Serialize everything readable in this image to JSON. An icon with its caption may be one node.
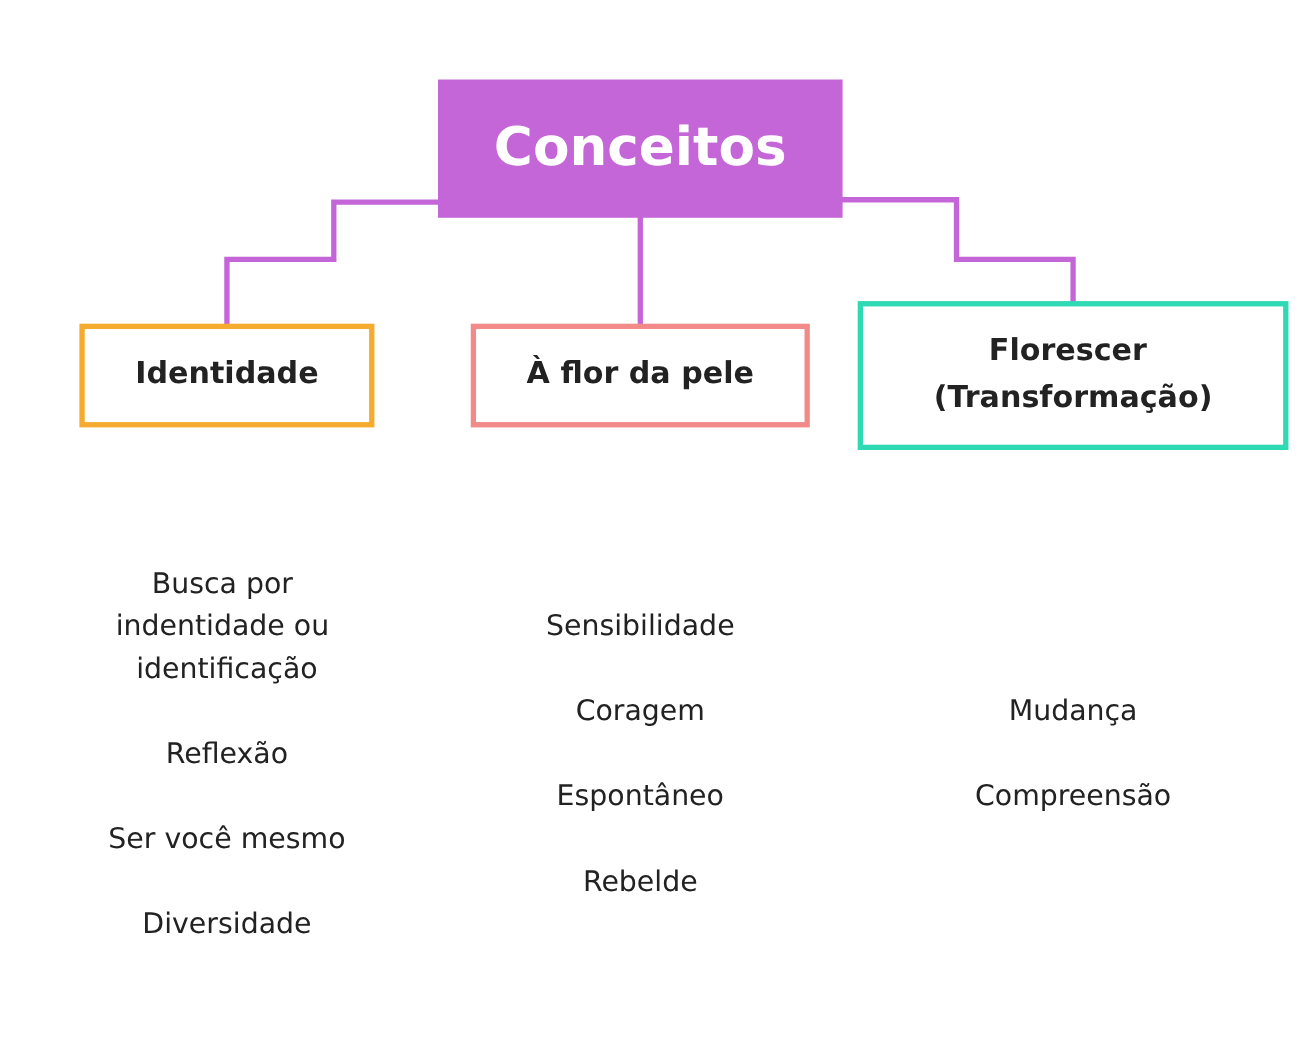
{
  "diagram": {
    "nodes": [
      {
        "text": [
          "Conceitos"
        ]
      },
      {
        "text": [
          "Identidade"
        ],
        "beside": [
          "Busca por indentidade ou identificação",
          "Reflexão",
          "Ser você mesmo",
          "Diversidade"
        ]
      },
      {
        "text": [
          "À flor da pele"
        ],
        "beside": [
          "Sensibilidade",
          "Coragem",
          "Espontâneo",
          "Rebelde"
        ]
      },
      {
        "text": [
          "Florescer (Transformação)"
        ],
        "beside": [
          "Mudança",
          "Compreensão"
        ]
      }
    ],
    "edges": [
      {
        "from": 0,
        "to": 1,
        "arrow": "none"
      },
      {
        "from": 0,
        "to": 2,
        "arrow": "none"
      },
      {
        "from": 0,
        "to": 3,
        "arrow": "none"
      }
    ]
  }
}
